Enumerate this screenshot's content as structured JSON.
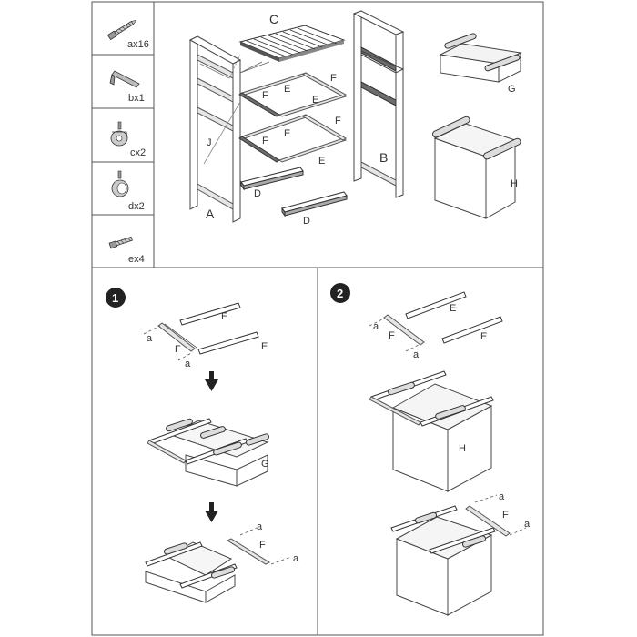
{
  "parts_list": [
    {
      "qty": "ax16"
    },
    {
      "qty": "bx1"
    },
    {
      "qty": "cx2"
    },
    {
      "qty": "dx2"
    },
    {
      "qty": "ex4"
    }
  ],
  "overview_labels": {
    "A": "A",
    "B": "B",
    "C": "C",
    "D1": "D",
    "D2": "D",
    "E1": "E",
    "E2": "E",
    "E3": "E",
    "E4": "E",
    "F1": "F",
    "F2": "F",
    "F3": "F",
    "F4": "F",
    "G": "G",
    "H": "H",
    "J": "J"
  },
  "step1": {
    "number": "1",
    "labels": {
      "a1": "a",
      "a2": "a",
      "F": "F",
      "E1": "E",
      "E2": "E",
      "G": "G",
      "a3": "a",
      "a4": "a",
      "F2": "F"
    }
  },
  "step2": {
    "number": "2",
    "labels": {
      "a1": "a",
      "a2": "a",
      "F": "F",
      "E1": "E",
      "E2": "E",
      "H": "H",
      "a3": "a",
      "a4": "a",
      "F2": "F"
    }
  }
}
